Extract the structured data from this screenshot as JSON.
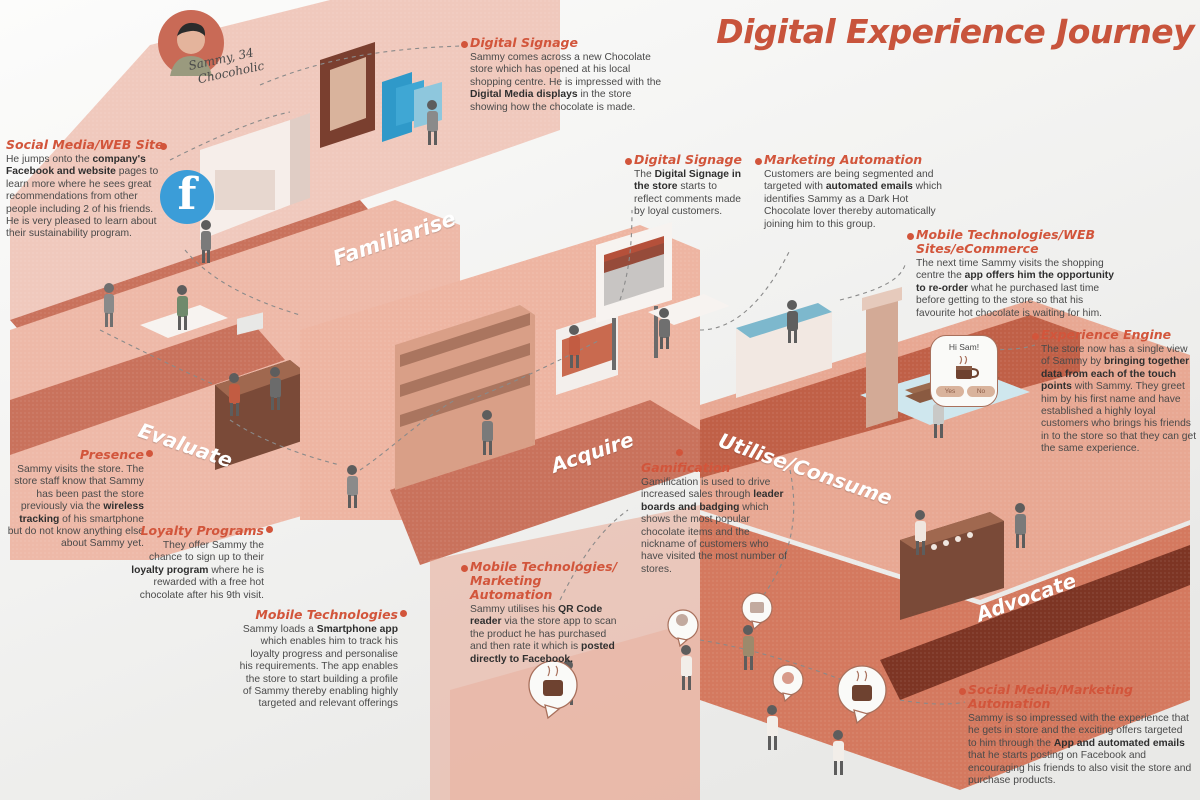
{
  "title": "Digital Experience Journey",
  "persona": {
    "name": "Sammy, 34",
    "descriptor": "Chocoholic",
    "avatar_icon": "person-avatar-icon"
  },
  "colors": {
    "accent": "#d2553b",
    "title": "#c8543c",
    "body_text": "#4a4a4a",
    "platform_light": "#f0c9bd",
    "platform_mid": "#e8a893",
    "platform_dark": "#d98a73",
    "ribbon_mid": "#c9725c",
    "ribbon_dark": "#a84f38",
    "ribbon_darkest": "#7d3524",
    "facebook_blue": "#3b9dd8",
    "water_blue": "#cfe7ee",
    "background": "#f2f2f0"
  },
  "stages": [
    {
      "id": "familiarise",
      "label": "Familiarise"
    },
    {
      "id": "evaluate",
      "label": "Evaluate"
    },
    {
      "id": "acquire",
      "label": "Acquire"
    },
    {
      "id": "utilise-consume",
      "label": "Utilise/Consume"
    },
    {
      "id": "advocate",
      "label": "Advocate"
    }
  ],
  "annotations": [
    {
      "id": "social-media-web-site",
      "heading": "Social Media/WEB Site",
      "body_parts": [
        {
          "t": "He jumps onto the ",
          "b": false
        },
        {
          "t": "company's Facebook and website",
          "b": true
        },
        {
          "t": " pages to learn more where he sees great recommendations from other people including 2 of his friends. He is very pleased to learn about their sustainability program.",
          "b": false
        }
      ]
    },
    {
      "id": "digital-signage-top",
      "heading": "Digital Signage",
      "body_parts": [
        {
          "t": "Sammy comes across a new Chocolate store which has opened at his local shopping centre. He is impressed with the ",
          "b": false
        },
        {
          "t": "Digital Media displays",
          "b": true
        },
        {
          "t": " in the store showing how the chocolate is made.",
          "b": false
        }
      ]
    },
    {
      "id": "digital-signage-store",
      "heading": "Digital Signage",
      "body_parts": [
        {
          "t": "The ",
          "b": false
        },
        {
          "t": "Digital Signage in the store",
          "b": true
        },
        {
          "t": " starts to reflect comments made by loyal customers.",
          "b": false
        }
      ]
    },
    {
      "id": "marketing-automation",
      "heading": "Marketing Automation",
      "body_parts": [
        {
          "t": "Customers are being segmented and targeted with ",
          "b": false
        },
        {
          "t": "automated emails",
          "b": true
        },
        {
          "t": " which identifies Sammy as a Dark Hot Chocolate lover thereby automatically joining him to this group.",
          "b": false
        }
      ]
    },
    {
      "id": "mobile-technologies-web-sites-ecommerce",
      "heading": "Mobile Technologies/WEB Sites/eCommerce",
      "body_parts": [
        {
          "t": "The next time Sammy visits the shopping centre the ",
          "b": false
        },
        {
          "t": "app offers him the opportunity to re-order",
          "b": true
        },
        {
          "t": " what he purchased last time before getting to the store so that his favourite hot chocolate is waiting for him.",
          "b": false
        }
      ]
    },
    {
      "id": "experience-engine",
      "heading": "Experience Engine",
      "body_parts": [
        {
          "t": "The store now has a single view of Sammy by ",
          "b": false
        },
        {
          "t": "bringing together data from each of the touch points",
          "b": true
        },
        {
          "t": " with Sammy. They greet him by his first name and have established a highly loyal customers who brings his friends in to the store so that they can get the same experience.",
          "b": false
        }
      ]
    },
    {
      "id": "presence",
      "heading": "Presence",
      "body_parts": [
        {
          "t": "Sammy visits the store. The store staff know that Sammy has been past the store previously via the ",
          "b": false
        },
        {
          "t": "wireless tracking",
          "b": true
        },
        {
          "t": " of his smartphone but do not know anything else about Sammy yet.",
          "b": false
        }
      ]
    },
    {
      "id": "loyalty-programs",
      "heading": "Loyalty Programs",
      "body_parts": [
        {
          "t": "They offer Sammy the chance to sign up to their ",
          "b": false
        },
        {
          "t": "loyalty program",
          "b": true
        },
        {
          "t": " where he is rewarded with a free hot chocolate after his 9th visit.",
          "b": false
        }
      ]
    },
    {
      "id": "mobile-technologies",
      "heading": "Mobile Technologies",
      "body_parts": [
        {
          "t": "Sammy loads a ",
          "b": false
        },
        {
          "t": "Smartphone app",
          "b": true
        },
        {
          "t": " which enables him to track his loyalty progress and personalise his requirements. The app enables the store to start building a profile of Sammy thereby enabling highly targeted and relevant offerings",
          "b": false
        }
      ]
    },
    {
      "id": "mobile-technologies-marketing-automation",
      "heading": "Mobile Technologies/ Marketing Automation",
      "body_parts": [
        {
          "t": "Sammy utilises his ",
          "b": false
        },
        {
          "t": "QR Code reader",
          "b": true
        },
        {
          "t": " via the store app to scan the product he has purchased and then rate it which is ",
          "b": false
        },
        {
          "t": "posted directly to Facebook.",
          "b": true
        }
      ]
    },
    {
      "id": "gamification",
      "heading": "Gamification",
      "body_parts": [
        {
          "t": "Gamification is used to drive increased sales through ",
          "b": false
        },
        {
          "t": "leader boards and badging",
          "b": true
        },
        {
          "t": " which shows the most popular chocolate items and the nickname of customers who have visited the most number of stores.",
          "b": false
        }
      ]
    },
    {
      "id": "social-media-marketing-automation",
      "heading": "Social Media/Marketing Automation",
      "body_parts": [
        {
          "t": "Sammy is so impressed with the experience that he gets in store and the exciting offers targeted to him through the ",
          "b": false
        },
        {
          "t": "App and automated emails",
          "b": true
        },
        {
          "t": " that he starts posting on Facebook and encouraging his friends to also visit the store and purchase products.",
          "b": false
        }
      ]
    }
  ],
  "speech_bubble": {
    "greeting": "Hi Sam!",
    "icon": "hot-chocolate-mug-icon",
    "buttons": [
      "Yes",
      "No"
    ]
  },
  "facebook_badge": {
    "glyph": "f",
    "label": "facebook-icon"
  }
}
